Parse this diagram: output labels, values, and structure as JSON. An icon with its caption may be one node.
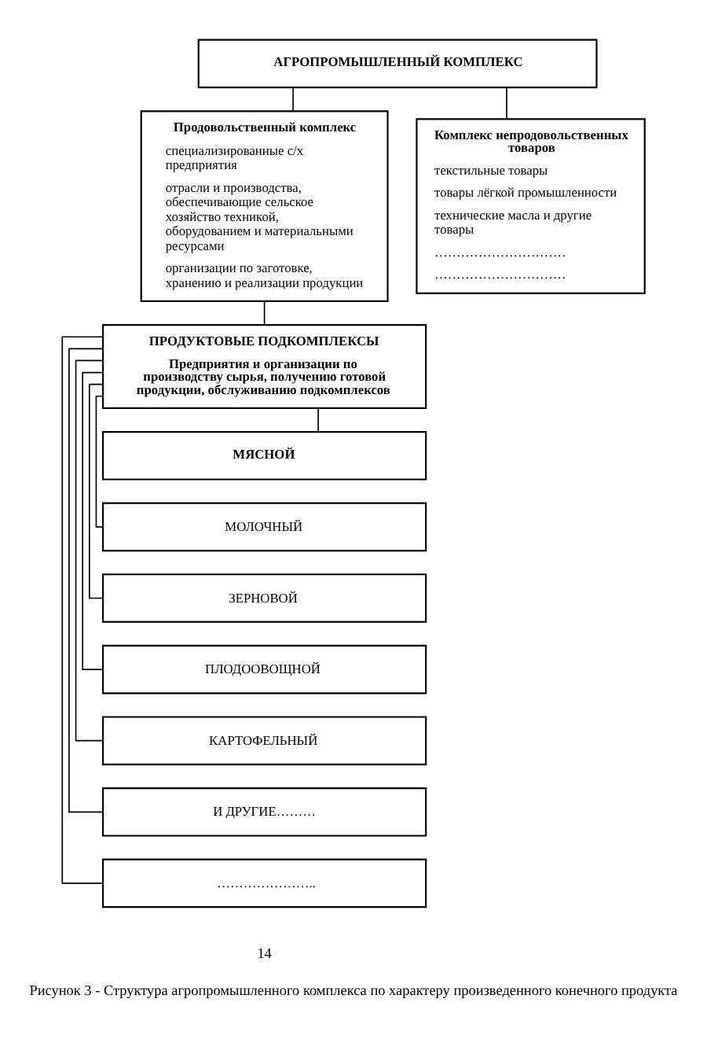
{
  "diagram": {
    "caption": "Рисунок 3 - Структура агропромышленного комплекса по характеру произведенного конечного продукта",
    "nodes": [
      {
        "text": [
          "АГРОПРОМЫШЛЕННЫЙ КОМПЛЕКС"
        ]
      },
      {
        "text": [
          "Продовольственный комплекс",
          "специализированные с/х предприятия",
          "отрасли и производства, обеспечивающие сельское хозяйство техникой, оборудованием и материальными ресурсами",
          "организации по заготовке, хранению и реализации продукции"
        ]
      },
      {
        "text": [
          "Комплекс непродовольственных товаров",
          "текстильные товары",
          "товары лёгкой промышленности",
          "технические масла и другие товары",
          "…………………………",
          "…………………………"
        ]
      },
      {
        "text": [
          "ПРОДУКТОВЫЕ ПОДКОМПЛЕКСЫ",
          "Предприятия и организации по производству сырья, получению готовой продукции, обслуживанию подкомплексов"
        ]
      },
      {
        "text": [
          "МЯСНОЙ"
        ]
      },
      {
        "text": [
          "МОЛОЧНЫЙ"
        ]
      },
      {
        "text": [
          "ЗЕРНОВОЙ"
        ]
      },
      {
        "text": [
          "ПЛОДООВОЩНОЙ"
        ]
      },
      {
        "text": [
          "КАРТОФЕЛЬНЫЙ"
        ]
      },
      {
        "text": [
          "И ДРУГИЕ………"
        ]
      },
      {
        "text": [
          "………………….."
        ]
      }
    ],
    "edges": [
      {
        "from": 0,
        "to": 1,
        "arrow": "none"
      },
      {
        "from": 0,
        "to": 2,
        "arrow": "none"
      },
      {
        "from": 1,
        "to": 3,
        "arrow": "none"
      },
      {
        "from": 3,
        "to": 4,
        "arrow": "none"
      },
      {
        "from": 3,
        "to": 5,
        "arrow": "none"
      },
      {
        "from": 3,
        "to": 6,
        "arrow": "none"
      },
      {
        "from": 3,
        "to": 7,
        "arrow": "none"
      },
      {
        "from": 3,
        "to": 8,
        "arrow": "none"
      },
      {
        "from": 3,
        "to": 9,
        "arrow": "none"
      },
      {
        "from": 3,
        "to": 10,
        "arrow": "none"
      }
    ],
    "labels": [
      "14"
    ]
  }
}
